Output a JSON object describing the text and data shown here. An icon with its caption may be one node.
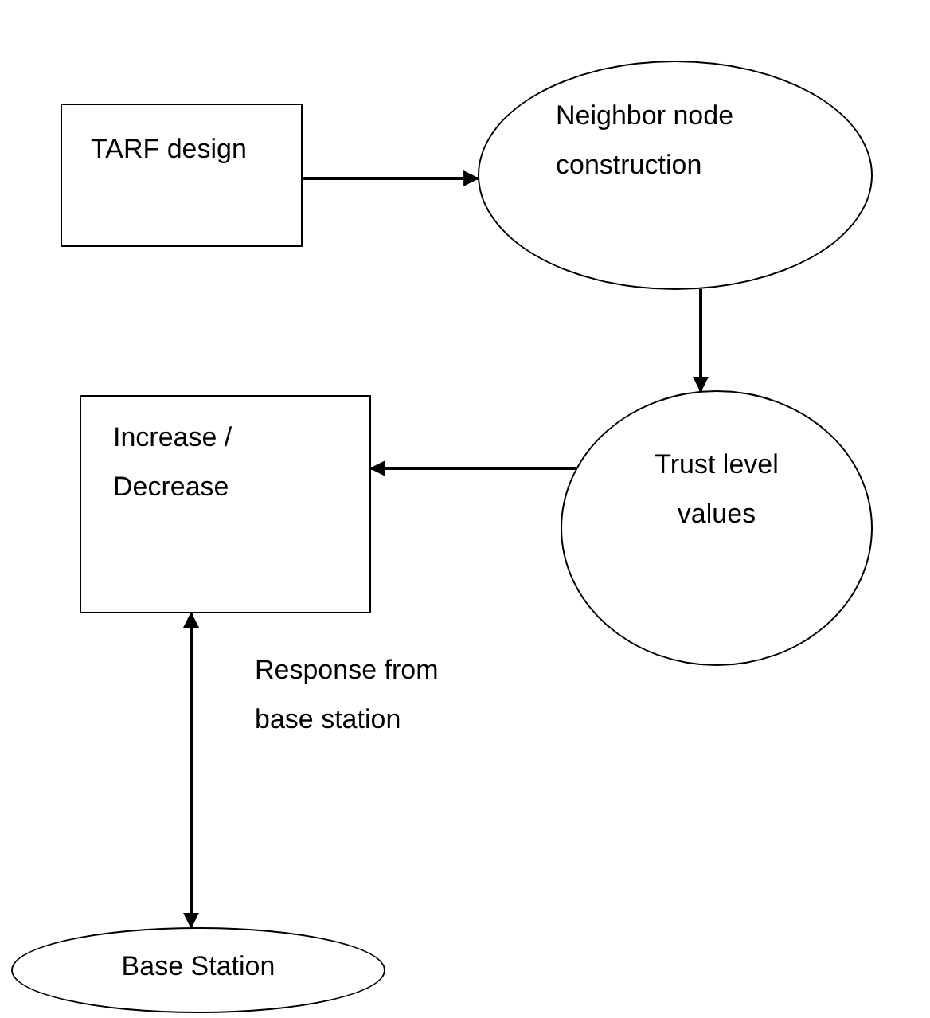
{
  "diagram": {
    "nodes": [
      {
        "text": [
          "TARF design"
        ]
      },
      {
        "text": [
          "Neighbor node construction"
        ]
      },
      {
        "text": [
          "Trust level values"
        ]
      },
      {
        "text": [
          "Increase / Decrease"
        ]
      },
      {
        "text": [
          "Base Station"
        ]
      }
    ],
    "edges": [
      {
        "from": 0,
        "to": 1,
        "arrow": "to"
      },
      {
        "from": 1,
        "to": 2,
        "arrow": "to"
      },
      {
        "from": 2,
        "to": 3,
        "arrow": "to"
      },
      {
        "from": 3,
        "to": 4,
        "arrow": "both",
        "label": "Response from base station"
      }
    ]
  }
}
